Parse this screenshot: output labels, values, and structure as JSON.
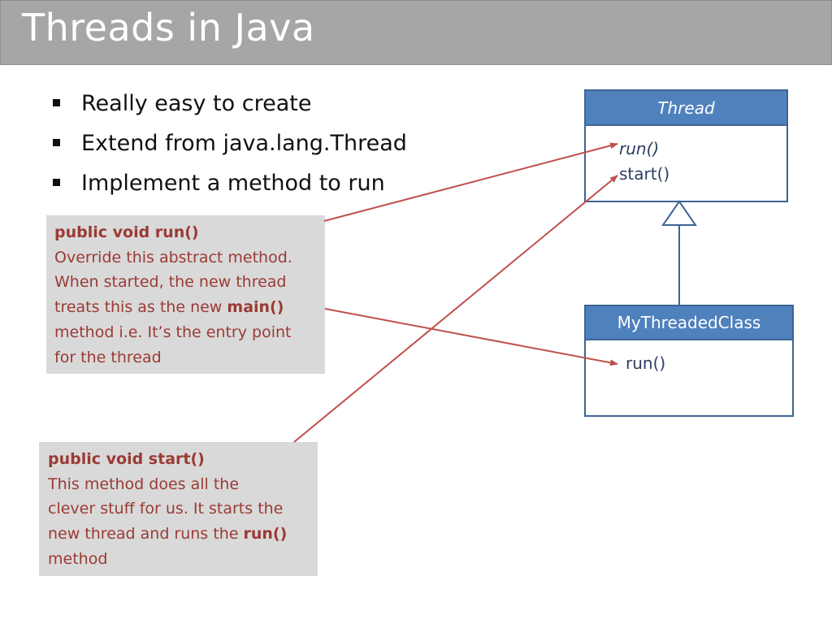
{
  "slide": {
    "title": "Threads in Java"
  },
  "bullets": [
    "Really easy to create",
    "Extend from java.lang.Thread",
    "Implement a method to run"
  ],
  "run_note": {
    "heading": "public void run()",
    "lines": [
      "Override this abstract method.",
      "When started, the new thread",
      "treats this as the new ",
      "method i.e. It’s the entry point",
      "for the thread"
    ],
    "emphasis": "main()"
  },
  "start_note": {
    "heading": "public void start()",
    "lines": [
      "This method does all the",
      "clever stuff for us.  It starts the",
      "new thread and runs the ",
      "method"
    ],
    "emphasis": "run()"
  },
  "uml": {
    "thread_class": {
      "name": "Thread",
      "methods": [
        "run()",
        "start()"
      ]
    },
    "my_class": {
      "name": "MyThreadedClass",
      "methods": [
        "run()"
      ]
    }
  },
  "colors": {
    "title_bar": "#a6a6a6",
    "note_background": "#d9d9d9",
    "note_text": "#9b3a34",
    "arrow": "#c0504d",
    "uml_header": "#4f81bd",
    "uml_border": "#3e6494"
  }
}
